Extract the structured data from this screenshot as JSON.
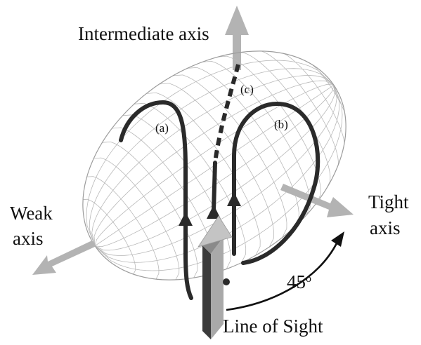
{
  "labels": {
    "intermediate_axis": "Intermediate axis",
    "weak_axis_line1": "Weak",
    "weak_axis_line2": "axis",
    "tight_axis_line1": "Tight",
    "tight_axis_line2": "axis",
    "line_of_sight": "Line of Sight",
    "angle_value": "45",
    "angle_unit": "o",
    "orbit_a": "(a)",
    "orbit_b": "(b)",
    "orbit_c": "(c)"
  },
  "colors": {
    "mesh": "#b9b9b9",
    "axis_arrow": "#b3b3b3",
    "orbit": "#2a2a2a",
    "text": "#111111"
  },
  "icons": [
    "ellipsoid-wireframe",
    "axis-arrow",
    "orbit-trajectory",
    "direction-arrowhead",
    "line-of-sight-arrow",
    "angle-arc-arrow"
  ]
}
